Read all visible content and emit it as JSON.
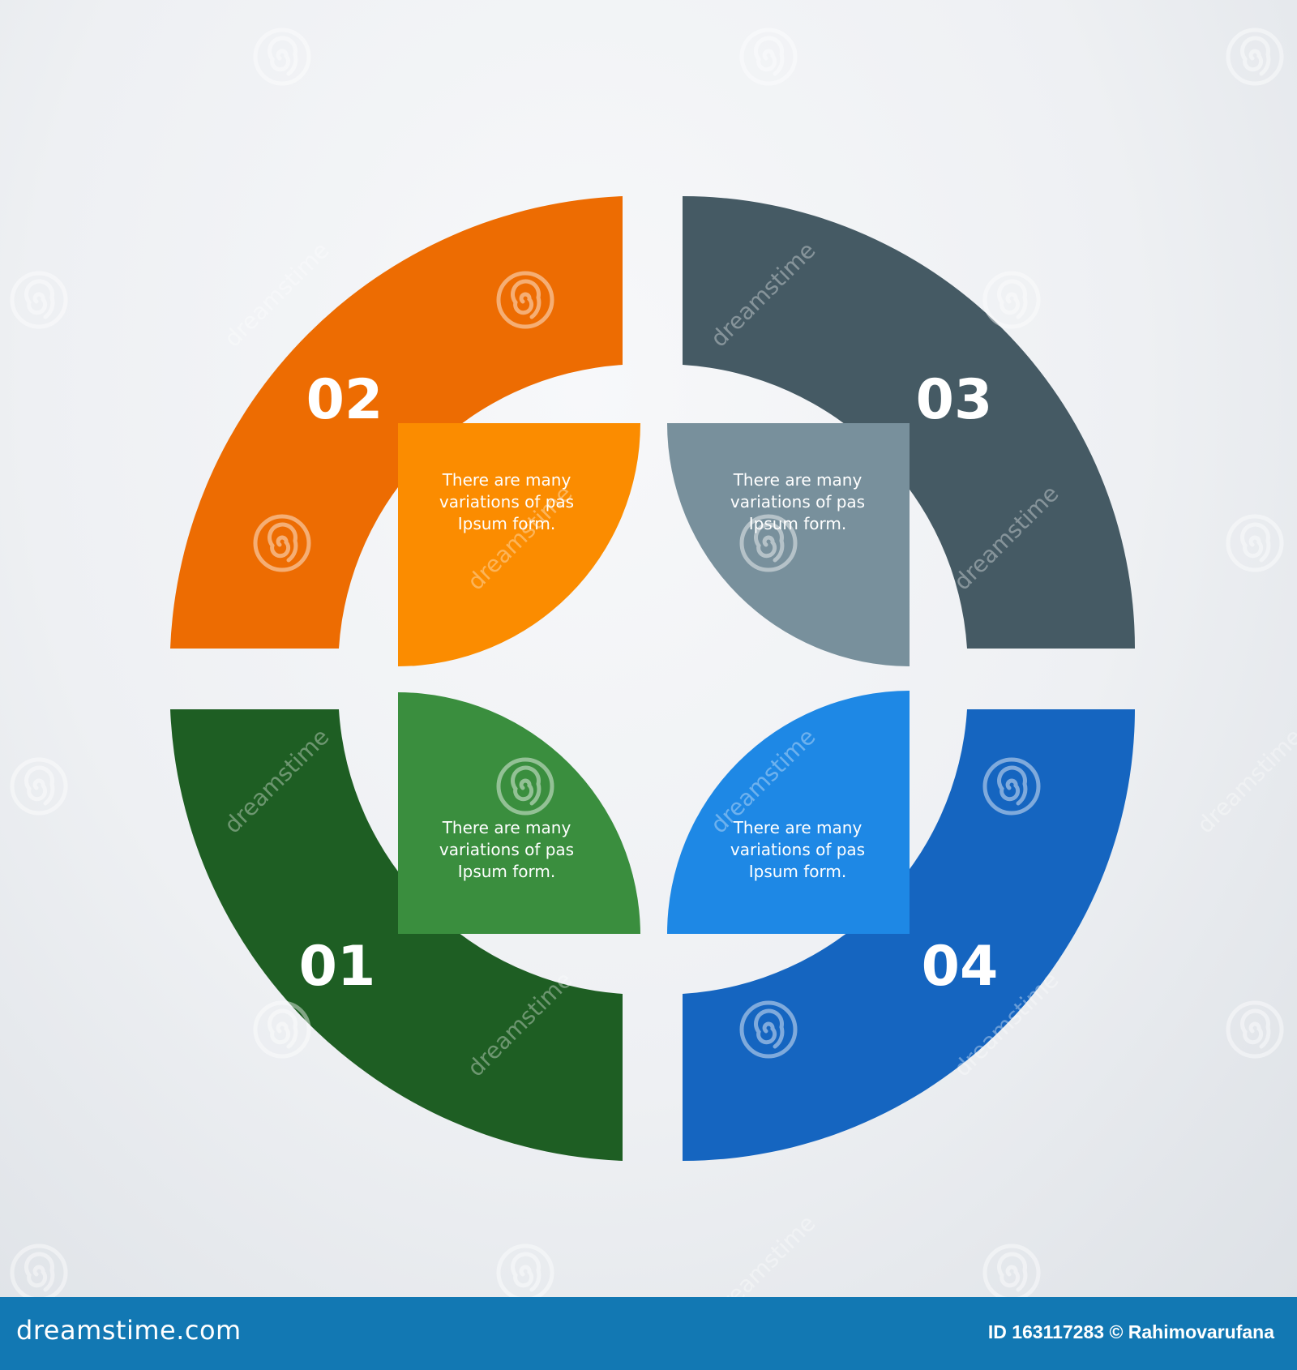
{
  "segments": [
    {
      "id": "01",
      "number": "01",
      "ring_color": "#1e5e23",
      "petal_color": "#3a8e3e",
      "desc": [
        "There are many",
        "variations of pas",
        "Ipsum form."
      ]
    },
    {
      "id": "02",
      "number": "02",
      "ring_color": "#ed6c02",
      "petal_color": "#fb8c00",
      "desc": [
        "There are many",
        "variations of pas",
        "Ipsum form."
      ]
    },
    {
      "id": "03",
      "number": "03",
      "ring_color": "#455a64",
      "petal_color": "#78909c",
      "desc": [
        "There are many",
        "variations of pas",
        "Ipsum form."
      ]
    },
    {
      "id": "04",
      "number": "04",
      "ring_color": "#1565c0",
      "petal_color": "#1e88e5",
      "desc": [
        "There are many",
        "variations of pas",
        "Ipsum form."
      ]
    }
  ],
  "watermark": {
    "text": "dreamstime",
    "icon": "spiral-logo-icon"
  },
  "footer": {
    "brand": "dreamstime.com",
    "credit": "ID 163117283 © Rahimovarufana",
    "background": "#1278b3"
  }
}
